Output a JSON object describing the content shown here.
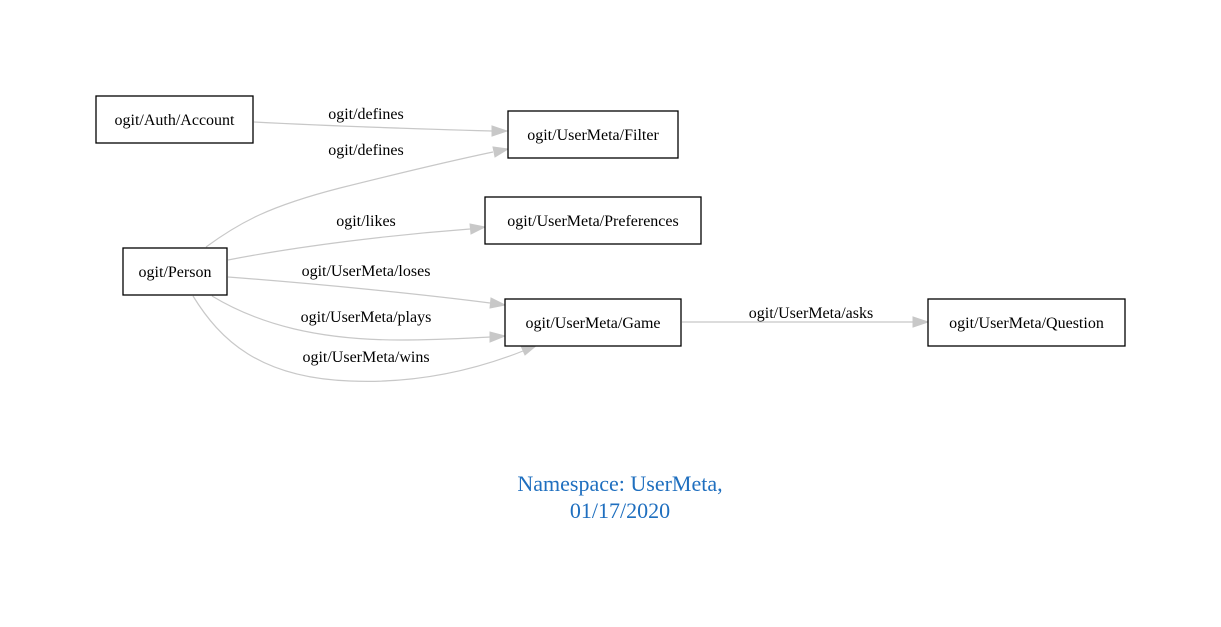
{
  "nodes": {
    "account": "ogit/Auth/Account",
    "filter": "ogit/UserMeta/Filter",
    "preferences": "ogit/UserMeta/Preferences",
    "person": "ogit/Person",
    "game": "ogit/UserMeta/Game",
    "question": "ogit/UserMeta/Question"
  },
  "edges": {
    "account_filter": "ogit/defines",
    "person_filter": "ogit/defines",
    "person_preferences": "ogit/likes",
    "person_game_loses": "ogit/UserMeta/loses",
    "person_game_plays": "ogit/UserMeta/plays",
    "person_game_wins": "ogit/UserMeta/wins",
    "game_question": "ogit/UserMeta/asks"
  },
  "caption": {
    "line1": "Namespace: UserMeta,",
    "line2": "01/17/2020"
  },
  "colors": {
    "caption": "#1f6fbf",
    "edge": "#c8c8c8",
    "node_border": "#000000"
  }
}
